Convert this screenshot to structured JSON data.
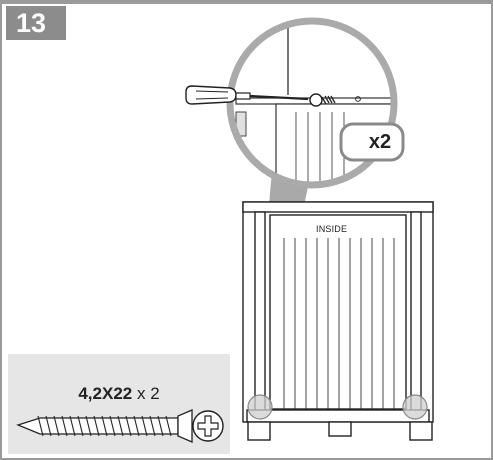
{
  "step": {
    "number": "13"
  },
  "callout": {
    "quantity": "x2"
  },
  "cabinet": {
    "label": "INSIDE"
  },
  "screw": {
    "size": "4,2X22",
    "multiplier": "x 2"
  },
  "colors": {
    "badge": "#8c8c8c",
    "panel": "#e6e6e6",
    "highlight_circle": "#cfcfcf",
    "line": "#222222"
  },
  "icons": [
    "screwdriver-icon",
    "screw-icon",
    "phillips-head-icon"
  ]
}
